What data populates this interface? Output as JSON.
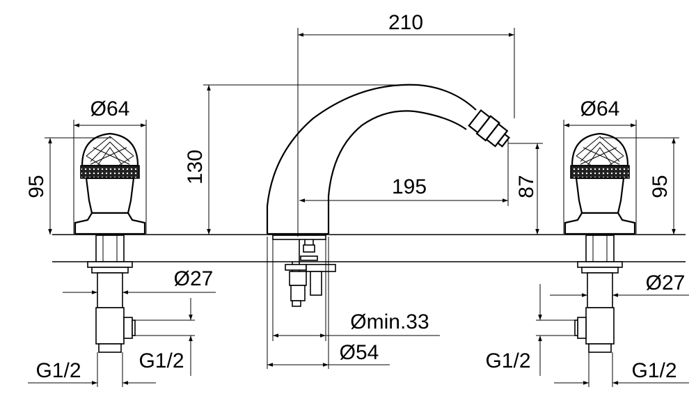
{
  "dimensions": {
    "spout_reach": "210",
    "spout_outlet_reach": "195",
    "total_height": "130",
    "outlet_height": "87",
    "handle_diameter_left": "Ø64",
    "handle_diameter_right": "Ø64",
    "handle_height_left": "95",
    "handle_height_right": "95",
    "shank_diameter_left": "Ø27",
    "shank_diameter_right": "Ø27",
    "connection_left_outer": "G1/2",
    "connection_left_inner": "G1/2",
    "connection_right_inner": "G1/2",
    "connection_right_outer": "G1/2",
    "hole_min_diameter": "Ømin.33",
    "base_diameter": "Ø54"
  }
}
